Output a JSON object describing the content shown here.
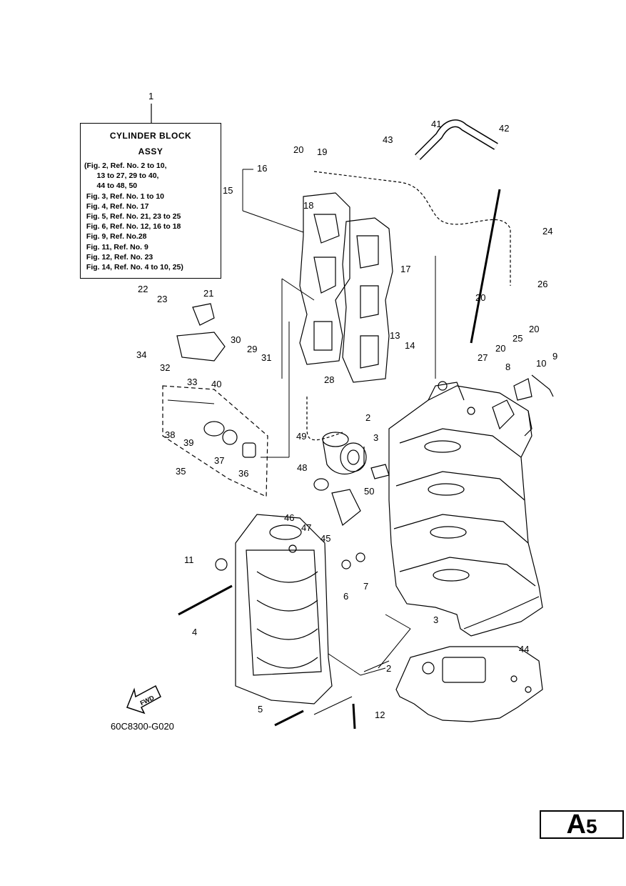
{
  "title_box": {
    "heading1": "CYLINDER BLOCK",
    "heading2": "ASSY",
    "lines": [
      "(Fig. 2, Ref. No. 2 to 10,",
      "      13 to 27, 29 to 40,",
      "      44 to 48, 50",
      " Fig. 3, Ref. No. 1 to 10",
      " Fig. 4, Ref. No. 17",
      " Fig. 5, Ref. No. 21, 23 to 25",
      " Fig. 6, Ref. No. 12, 16 to 18",
      " Fig. 9, Ref. No.28",
      " Fig. 11, Ref. No. 9",
      " Fig. 12, Ref. No. 23",
      " Fig. 14, Ref. No. 4 to 10, 25)"
    ]
  },
  "callouts": [
    "1",
    "41",
    "42",
    "43",
    "20",
    "19",
    "16",
    "15",
    "18",
    "24",
    "17",
    "20",
    "26",
    "22",
    "23",
    "21",
    "13",
    "14",
    "25",
    "20",
    "20",
    "34",
    "30",
    "29",
    "31",
    "32",
    "27",
    "9",
    "8",
    "10",
    "33",
    "28",
    "40",
    "2",
    "3",
    "38",
    "39",
    "49",
    "37",
    "36",
    "35",
    "48",
    "50",
    "46",
    "47",
    "45",
    "11",
    "6",
    "7",
    "4",
    "3",
    "44",
    "2",
    "5",
    "12"
  ],
  "figure_id": "60C8300-G020",
  "fwd_label": "FWD",
  "page_badge": {
    "letter": "A",
    "number": "5"
  }
}
